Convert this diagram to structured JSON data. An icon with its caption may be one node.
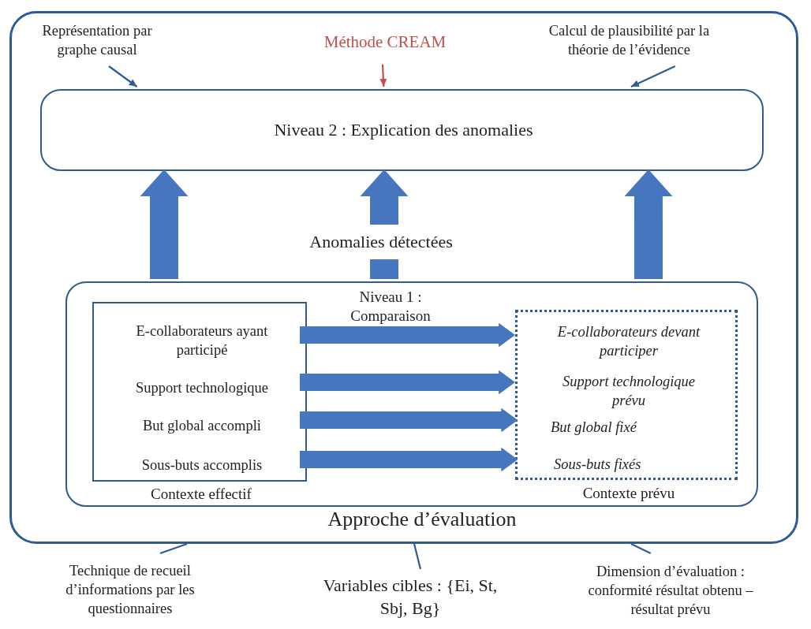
{
  "diagram": {
    "nodes": [
      {
        "text": [
          "Approche d’évaluation"
        ]
      },
      {
        "text": [
          "Représentation par graphe causal"
        ],
        "in": 0
      },
      {
        "text": [
          "Méthode CREAM"
        ],
        "in": 0
      },
      {
        "text": [
          "Calcul de plausibilité par la théorie de l’évidence"
        ],
        "in": 0
      },
      {
        "text": [
          "Niveau 2 : Explication des anomalies"
        ],
        "in": 0
      },
      {
        "text": [
          "Niveau 1 : Comparaison"
        ],
        "in": 0
      },
      {
        "text": [
          "Contexte effectif"
        ],
        "in": 5
      },
      {
        "text": [
          "E-collaborateurs ayant participé"
        ],
        "in": 6
      },
      {
        "text": [
          "Support technologique"
        ],
        "in": 6
      },
      {
        "text": [
          "But global accompli"
        ],
        "in": 6
      },
      {
        "text": [
          "Sous-buts accomplis"
        ],
        "in": 6
      },
      {
        "text": [
          "Contexte prévu"
        ],
        "in": 5
      },
      {
        "text": [
          "E-collaborateurs devant participer"
        ],
        "in": 11
      },
      {
        "text": [
          "Support technologique prévu"
        ],
        "in": 11
      },
      {
        "text": [
          "But global fixé"
        ],
        "in": 11
      },
      {
        "text": [
          "Sous-buts fixés"
        ],
        "in": 11
      },
      {
        "text": [
          "Technique de recueil d’informations par les questionnaires"
        ]
      },
      {
        "text": [
          "Variables cibles : {Ei, St, Sbj, Bg}"
        ]
      },
      {
        "text": [
          "Dimension d’évaluation : conformité résultat obtenu – résultat prévu"
        ]
      }
    ],
    "edges": [
      {
        "from": 1,
        "to": 4,
        "arrow": "to"
      },
      {
        "from": 2,
        "to": 4,
        "arrow": "to",
        "color": "#c0504d"
      },
      {
        "from": 3,
        "to": 4,
        "arrow": "to"
      },
      {
        "from": 5,
        "to": 4,
        "arrow": "to"
      },
      {
        "from": 5,
        "to": 4,
        "arrow": "to",
        "label": "Anomalies détectées"
      },
      {
        "from": 5,
        "to": 4,
        "arrow": "to"
      },
      {
        "from": 7,
        "to": 12,
        "arrow": "to"
      },
      {
        "from": 8,
        "to": 13,
        "arrow": "to"
      },
      {
        "from": 9,
        "to": 14,
        "arrow": "to"
      },
      {
        "from": 10,
        "to": 15,
        "arrow": "to"
      },
      {
        "from": 16,
        "to": 0,
        "arrow": "none"
      },
      {
        "from": 17,
        "to": 0,
        "arrow": "none"
      },
      {
        "from": 18,
        "to": 0,
        "arrow": "none"
      }
    ]
  }
}
